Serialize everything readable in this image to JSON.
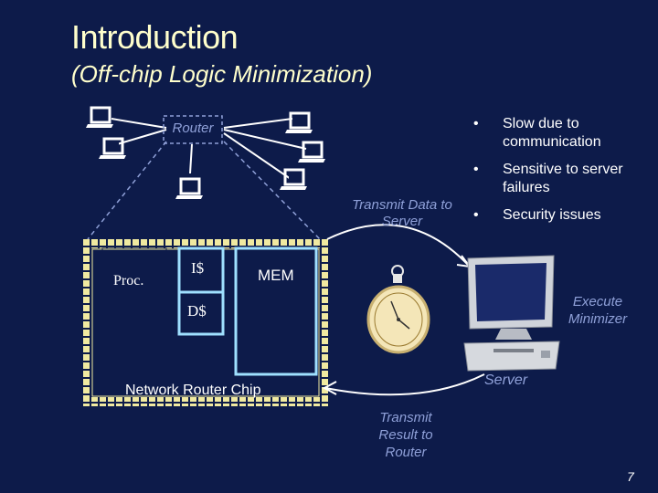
{
  "slide": {
    "title": "Introduction",
    "subtitle": "(Off-chip Logic Minimization)",
    "page_number": "7"
  },
  "bullets": [
    {
      "marker": "•",
      "text": "Slow due to communication"
    },
    {
      "marker": "•",
      "text": "Sensitive to server failures"
    },
    {
      "marker": "•",
      "text": "Security issues"
    }
  ],
  "diagram": {
    "router_label": "Router",
    "transmit_data_label": "Transmit Data to Server",
    "processor_label": "Proc.",
    "icache_label": "I$",
    "dcache_label": "D$",
    "memory_label": "MEM",
    "chip_label": "Network Router Chip",
    "execute_label": "Execute Minimizer",
    "server_label": "Server",
    "transmit_result_label": "Transmit Result to Router"
  },
  "icons": {
    "terminal": "computer-terminal-icon",
    "stopwatch": "stopwatch-icon",
    "server": "desktop-server-icon"
  },
  "colors": {
    "background": "#0d1b4a",
    "title": "#ffffcc",
    "chip_border": "#f0e9a0",
    "accent_label": "#8fa0d8",
    "block_border": "#9fe0ff"
  }
}
